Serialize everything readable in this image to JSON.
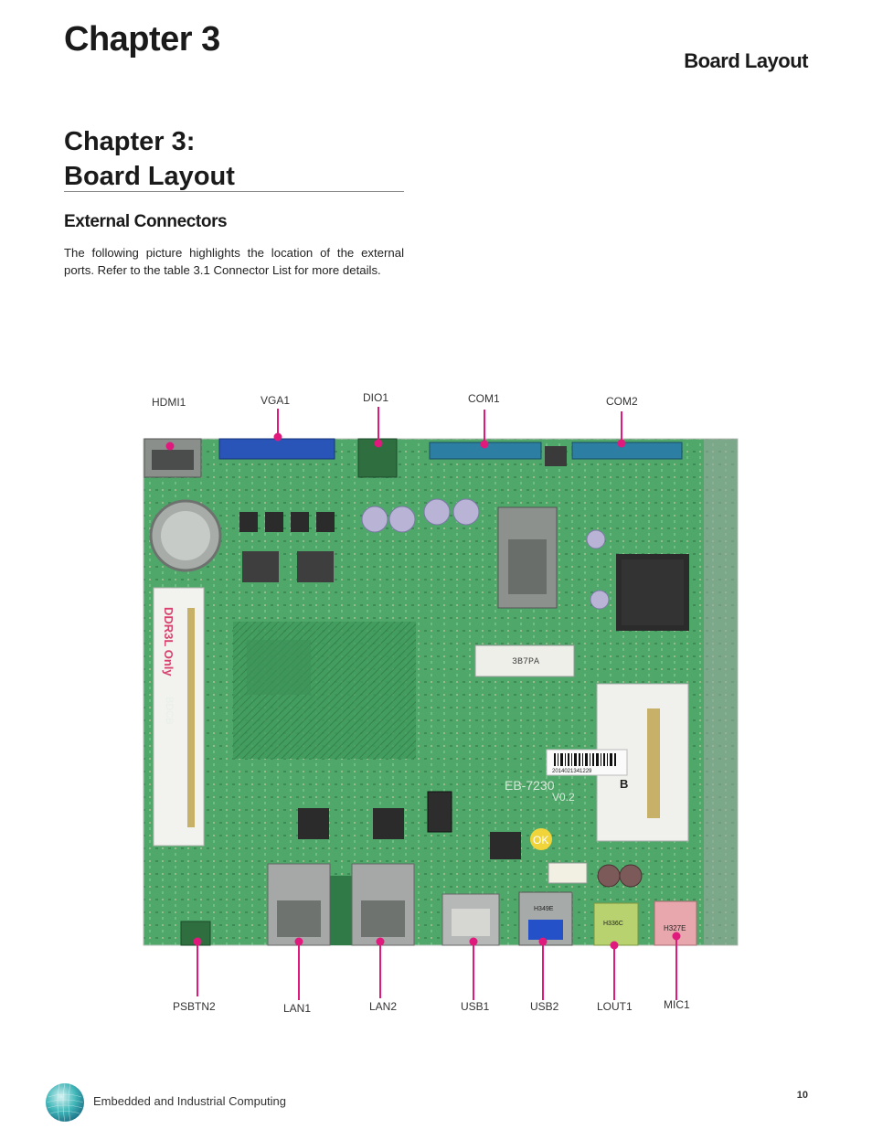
{
  "header": {
    "chapter_tag": "Chapter 3",
    "section_tag": "Board Layout"
  },
  "main": {
    "title_line1": "Chapter 3:",
    "title_line2": "Board Layout",
    "subheading": "External Connectors",
    "intro": "The following picture highlights the location of the external ports.  Refer to the table 3.1 Connector List for more details."
  },
  "figure": {
    "board_silk": {
      "ddr": "DDR3L Only",
      "ddr_code": "BDCB",
      "model": "EB-7230",
      "version": "V0.2",
      "rev": "B",
      "serial": "2014021341229",
      "cf": "3B7PA",
      "ok_stamp": "OK",
      "usb2_code": "H349E",
      "lout_code": "H336C",
      "mic_code": "H327E"
    },
    "labels_top": {
      "hdmi1": "HDMI1",
      "vga1": "VGA1",
      "dio1": "DIO1",
      "com1": "COM1",
      "com2": "COM2"
    },
    "labels_bottom": {
      "psbtn2": "PSBTN2",
      "lan1": "LAN1",
      "lan2": "LAN2",
      "usb1": "USB1",
      "usb2": "USB2",
      "lout1": "LOUT1",
      "mic1": "MIC1"
    },
    "colors": {
      "pcb": "#4fa86a",
      "pcb_dark": "#2f7a47",
      "callout": "#e0197d"
    }
  },
  "footer": {
    "tagline": "Embedded and Industrial Computing",
    "page_number": "10"
  }
}
